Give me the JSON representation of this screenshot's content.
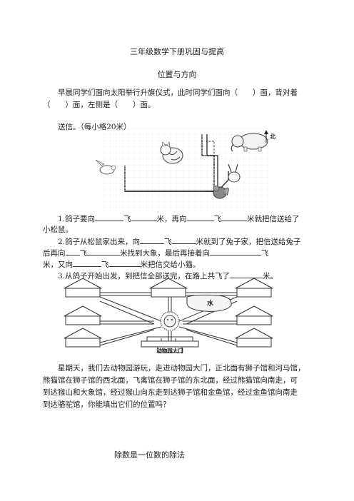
{
  "title": "三年级数学下册巩固与提高",
  "section1": "位置与方向",
  "para1_l1": "早晨同学们面向太阳举行升旗仪式，此时同学们面向（　　）面，背对着",
  "para1_l2": "（　　）面，左侧是（　　）面。",
  "send_label": "送信。（每小格20米）",
  "north_label": "北",
  "q1_a": "1.鸽子要向",
  "q1_b": "飞",
  "q1_c": "米，再向",
  "q1_d": "飞",
  "q1_e": "米就把信送给了",
  "q1_f": "小松鼠。",
  "q2_a": "2.鸽子从松鼠家出来，向",
  "q2_b": "飞",
  "q2_c": "米就到了兔子家，把信送给兔子",
  "q2_d": "后再向",
  "q2_e": "飞",
  "q2_f": "米找到大象，最后再接着向",
  "q2_g": "飞",
  "q2_h": "米，又向",
  "q2_i": "飞",
  "q2_j": "米把信交给小猫。",
  "q3_a": "3.从鸽子开始出发，到把信全部送完，在路上共飞了",
  "q3_b": "米。",
  "zoo_water": "水",
  "zoo_gate": "动物园大门",
  "zoo_p1": "星期天，我们去动物园游玩，走进动物园大门，正北面有狮子馆和河马馆，",
  "zoo_p2": "熊猫馆在狮子馆的西北面，飞禽馆在狮子馆的东北面，经过熊猫馆向南走，可",
  "zoo_p3": "到达猴山和大象馆，经过猴山向东走到达狮子馆和金鱼馆，经过金鱼馆向南走",
  "zoo_p4": "到达骆驼馆，你能填出它们的位置吗？",
  "section2": "除数是一位数的除法"
}
